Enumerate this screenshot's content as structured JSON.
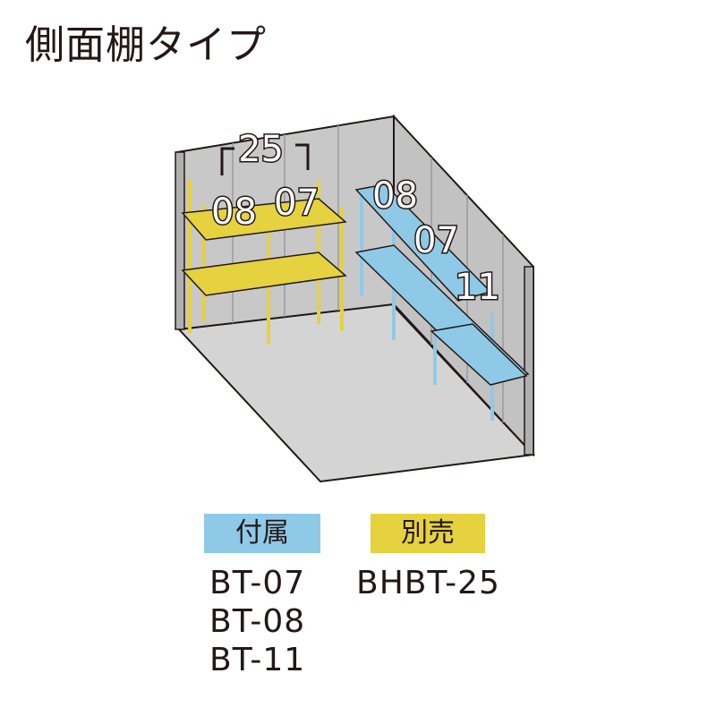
{
  "title": "側面棚タイプ",
  "labels": {
    "width_bracket": "25",
    "yellow_left": "08",
    "yellow_right": "07",
    "blue_top": "08",
    "blue_mid": "07",
    "blue_low": "11"
  },
  "legend": {
    "included": {
      "label": "付属",
      "color": "#8fc9e8",
      "items": [
        "BT-07",
        "BT-08",
        "BT-11"
      ]
    },
    "sold_separately": {
      "label": "別売",
      "color": "#e6d13f",
      "items": [
        "BHBT-25"
      ]
    }
  },
  "colors": {
    "shelf_yellow": "#e6d13f",
    "shelf_blue": "#8fc9e8",
    "wall_grey": "#c8c8c8",
    "floor_grey": "#d4d4d4",
    "outline": "#231815"
  }
}
